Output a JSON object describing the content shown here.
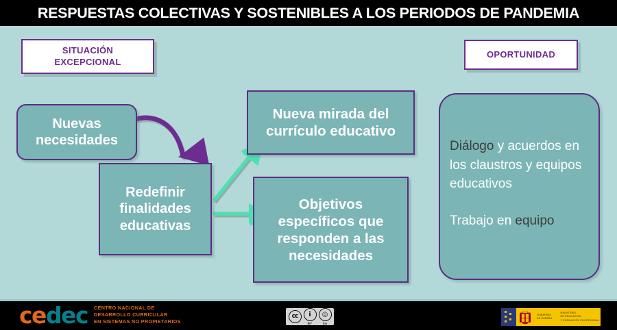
{
  "slide": {
    "title": "RESPUESTAS COLECTIVAS Y SOSTENIBLES A LOS PERIODOS DE PANDEMIA",
    "background_color": "#b2d8d8",
    "title_bar_color": "#000000",
    "title_text_color": "#ffffff"
  },
  "labels": {
    "situacion": "SITUACIÓN\nEXCEPCIONAL",
    "situacion_line1": "SITUACIÓN",
    "situacion_line2": "EXCEPCIONAL",
    "oportunidad": "OPORTUNIDAD",
    "label_border_color": "#6b2d8f",
    "label_text_color": "#6b2d8f",
    "label_fill_color": "#ffffff"
  },
  "boxes": {
    "nuevas_necesidades": "Nuevas necesidades",
    "redefinir": "Redefinir finalidades educativas",
    "nueva_mirada": "Nueva mirada del currículo educativo",
    "objetivos": "Objetivos específicos que responden a las necesidades",
    "fill_color": "#7cb5b5",
    "border_color": "#5a2d82",
    "text_color": "#ffffff"
  },
  "panel": {
    "line1_dark": "Diálogo",
    "line1_rest": " y acuerdos en los claustros y equipos educativos",
    "line2_light": "Trabajo en ",
    "line2_dark": "equipo",
    "fill_color": "#7cb5b5",
    "border_color": "#5a2d82",
    "dark_text_color": "#3d3d3d",
    "light_text_color": "#ffffff"
  },
  "arrows": {
    "curved_arrow_color": "#6b2d8f",
    "straight_arrow_color": "#4de0b0",
    "curved_arrow_name": "nuevas-to-redefinir",
    "diagonal_arrow_name": "redefinir-to-nueva-mirada",
    "horizontal_arrow_name": "redefinir-to-objetivos"
  },
  "footer": {
    "logo_part_orange": "ce",
    "logo_part_teal": "dec",
    "tagline_line1": "CENTRO NACIONAL DE",
    "tagline_line2": "DESARROLLO CURRICULAR",
    "tagline_line3": "EN SISTEMAS NO PROPIETARIOS",
    "logo_orange_color": "#e2681c",
    "logo_teal_color": "#0a7f8c",
    "cc_label": "cc",
    "cc_by_glyph": "i",
    "cc_by_sub": "BY",
    "cc_sa_glyph": "Ⓢ",
    "cc_sa_sub": "SA",
    "gob_block1_line1": "GOBIERNO",
    "gob_block1_line2": "DE ESPAÑA",
    "gob_block2_line1": "MINISTERIO",
    "gob_block2_line2": "DE EDUCACIÓN",
    "gob_block2_line3": "Y FORMACIÓN PROFESIONAL"
  }
}
